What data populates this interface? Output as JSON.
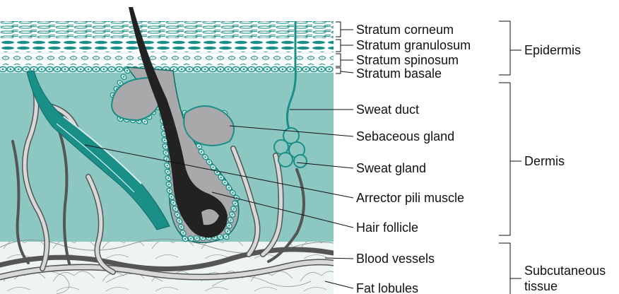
{
  "labels": {
    "stratum_corneum": "Stratum corneum",
    "stratum_granulosum": "Stratum granulosum",
    "stratum_spinosum": "Stratum spinosum",
    "stratum_basale": "Stratum basale",
    "epidermis": "Epidermis",
    "sweat_duct": "Sweat duct",
    "sebaceous_gland": "Sebaceous gland",
    "sweat_gland": "Sweat gland",
    "dermis": "Dermis",
    "arrector_pili_muscle": "Arrector pili muscle",
    "hair_follicle": "Hair follicle",
    "blood_vessels": "Blood vessels",
    "fat_lobules": "Fat lobules",
    "subcutaneous_line1": "Subcutaneous",
    "subcutaneous_line2": "tissue"
  },
  "colors": {
    "dermis": "#8cc7c2",
    "teal": "#1a8f88",
    "dark_teal": "#0f6b66",
    "hair": "#222222",
    "follicle_gray": "#a9a9ab",
    "vessel_light": "#d8d8d8",
    "vessel_dark": "#555555",
    "fat": "#eef4f3"
  }
}
